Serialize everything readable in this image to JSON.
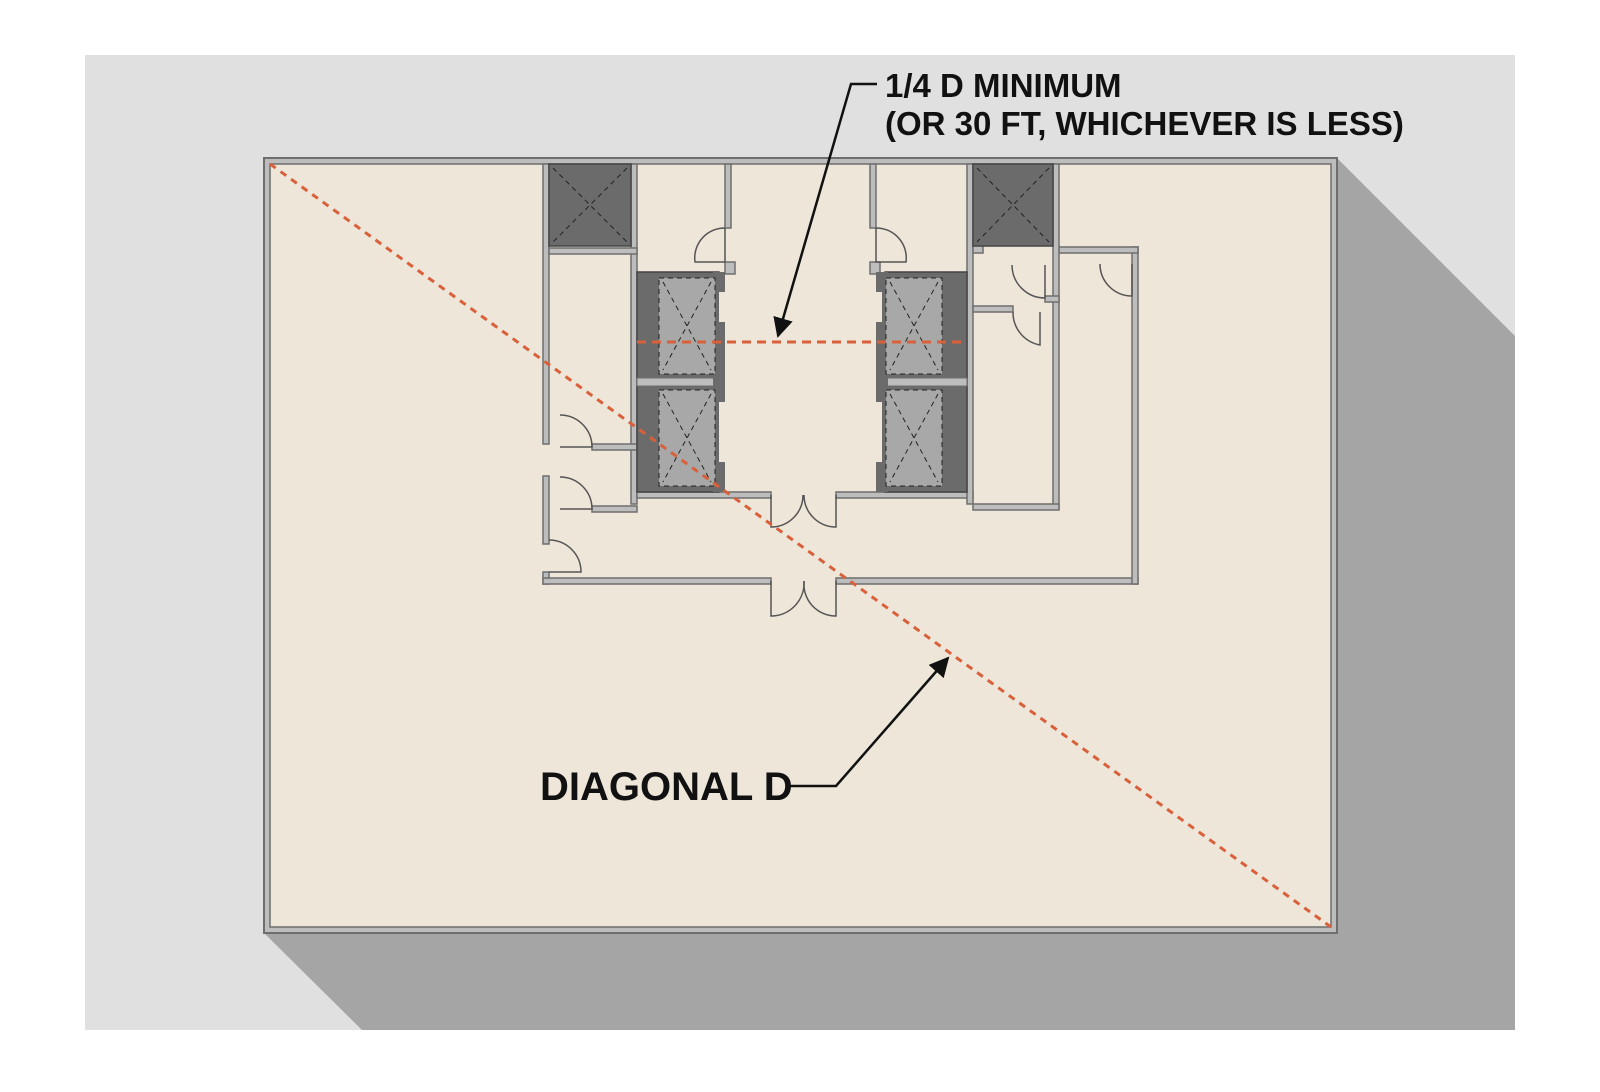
{
  "annotations": {
    "separation_line1": "1/4 D MINIMUM",
    "separation_line2": "(OR 30 FT, WHICHEVER IS LESS)",
    "diagonal": "DIAGONAL D"
  },
  "colors": {
    "backdrop": "#e0e0e0",
    "shadow": "#a5a5a5",
    "floor": "#ede6d9",
    "wall": "#6e6e6e",
    "wall_fill": "#bdbdbd",
    "shaft": "#6b6b6b",
    "elevator_car": "#a8a8a8",
    "exit_line": "#d9603a",
    "leader": "#111111"
  },
  "icons": {
    "stair_shaft": "x-box-icon",
    "elevator": "x-box-icon",
    "door": "door-swing-icon"
  }
}
